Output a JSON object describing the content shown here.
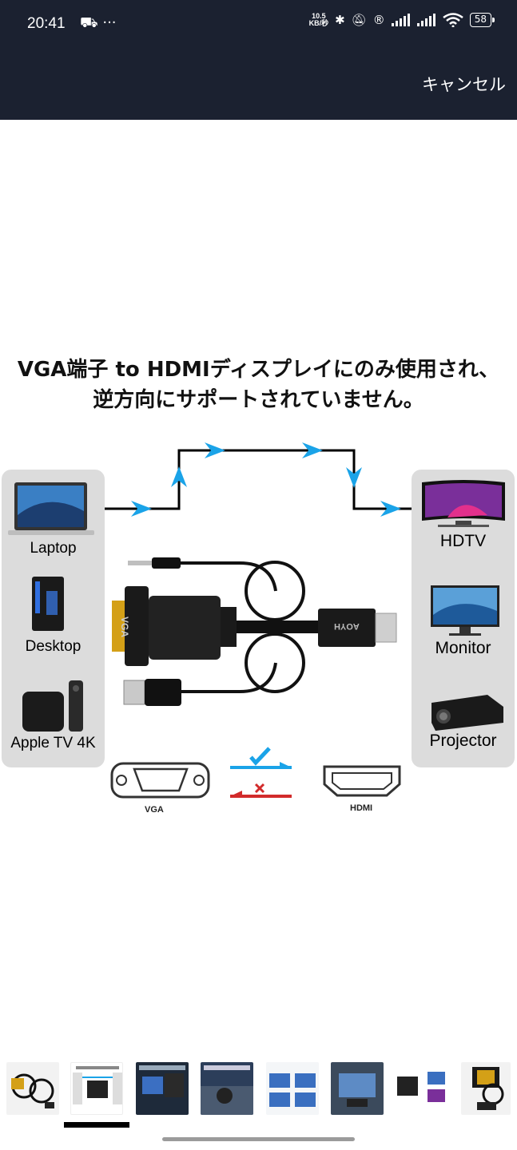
{
  "status_bar": {
    "time": "20:41",
    "left_icons": "⛟ ···",
    "net_speed_value": "10.5",
    "net_speed_unit": "KB/秒",
    "battery": "58"
  },
  "top_bar": {
    "cancel_label": "キャンセル"
  },
  "image": {
    "headline_line1": "VGA端子 to HDMIディスプレイにのみ使用され、",
    "headline_line2": "逆方向にサポートされていません。",
    "sources": [
      "Laptop",
      "Desktop",
      "Apple TV 4K"
    ],
    "displays": [
      "HDTV",
      "Monitor",
      "Projector"
    ],
    "vga_label": "VGA",
    "hdmi_label": "HDMI",
    "cable_plug_text": "AOYH",
    "vga_plug_text": "VGA"
  },
  "thumbnails": {
    "count": 8,
    "selected_index": 1
  },
  "colors": {
    "dark_bar": "#1b2130",
    "arrow_blue": "#1aa3e8",
    "cross_red": "#d22b2b",
    "panel_gray": "#dcdcdc"
  }
}
